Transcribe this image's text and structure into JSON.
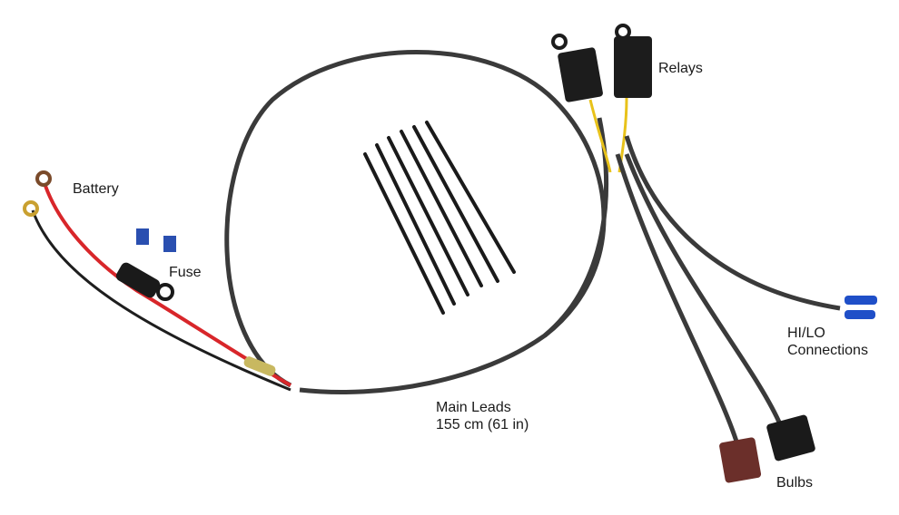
{
  "labels": {
    "battery": "Battery",
    "fuse": "Fuse",
    "relays": "Relays",
    "hilo_line1": "HI/LO",
    "hilo_line2": "Connections",
    "main_leads_line1": "Main Leads",
    "main_leads_line2": "155 cm (61 in)",
    "bulbs": "Bulbs"
  },
  "colors": {
    "cable": "#3a3a3a",
    "red_wire": "#d8262a",
    "yellow_wire": "#e8c21a",
    "fuse_blue": "#2a4fb0",
    "bulb_connector_brown": "#6b2f2a",
    "hilo_blue": "#1f4fc8"
  }
}
